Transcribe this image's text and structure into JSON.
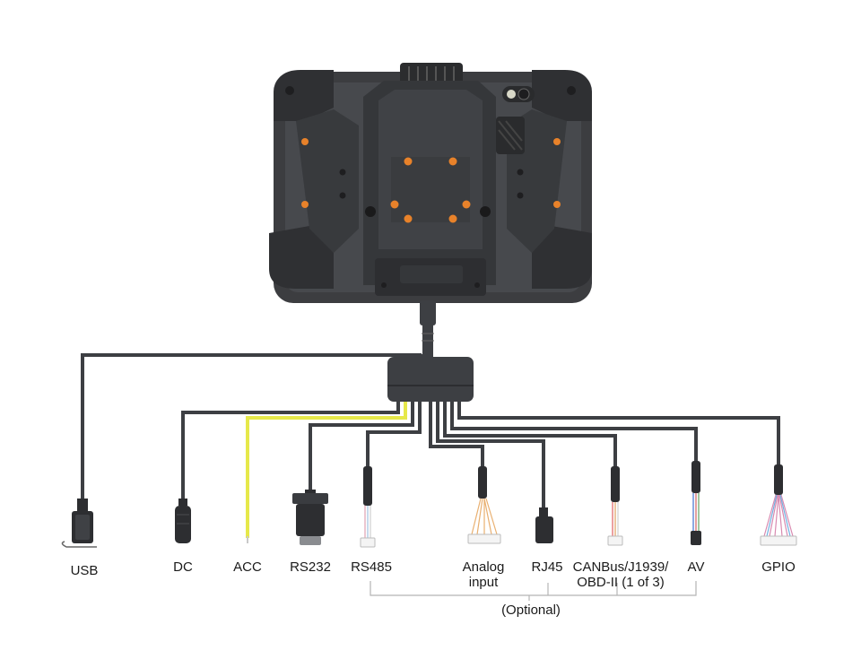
{
  "colors": {
    "device_body": "#3c3d40",
    "device_dark": "#2b2c2e",
    "device_edge": "#55575b",
    "accent_screw": "#e8822a",
    "cable": "#3d3f43",
    "acc_cable": "#e6e84a",
    "bracket": "#b5b5b5"
  },
  "connectors": [
    {
      "id": "usb",
      "label": "USB",
      "label2": "",
      "icon": "usb-connector-icon"
    },
    {
      "id": "dc",
      "label": "DC",
      "label2": "",
      "icon": "dc-barrel-connector-icon"
    },
    {
      "id": "acc",
      "label": "ACC",
      "label2": "",
      "icon": "acc-wire-icon"
    },
    {
      "id": "rs232",
      "label": "RS232",
      "label2": "",
      "icon": "db9-connector-icon"
    },
    {
      "id": "rs485",
      "label": "RS485",
      "label2": "",
      "icon": "pin-connector-icon"
    },
    {
      "id": "analog",
      "label": "Analog",
      "label2": "input",
      "icon": "pin-connector-icon"
    },
    {
      "id": "rj45",
      "label": "RJ45",
      "label2": "",
      "icon": "rj45-connector-icon"
    },
    {
      "id": "canbus",
      "label": "CANBus/J1939/",
      "label2": "OBD-II (1 of 3)",
      "icon": "pin-connector-icon"
    },
    {
      "id": "av",
      "label": "AV",
      "label2": "",
      "icon": "av-connector-icon"
    },
    {
      "id": "gpio",
      "label": "GPIO",
      "label2": "",
      "icon": "pin-connector-icon"
    }
  ],
  "optional_label": "(Optional)"
}
